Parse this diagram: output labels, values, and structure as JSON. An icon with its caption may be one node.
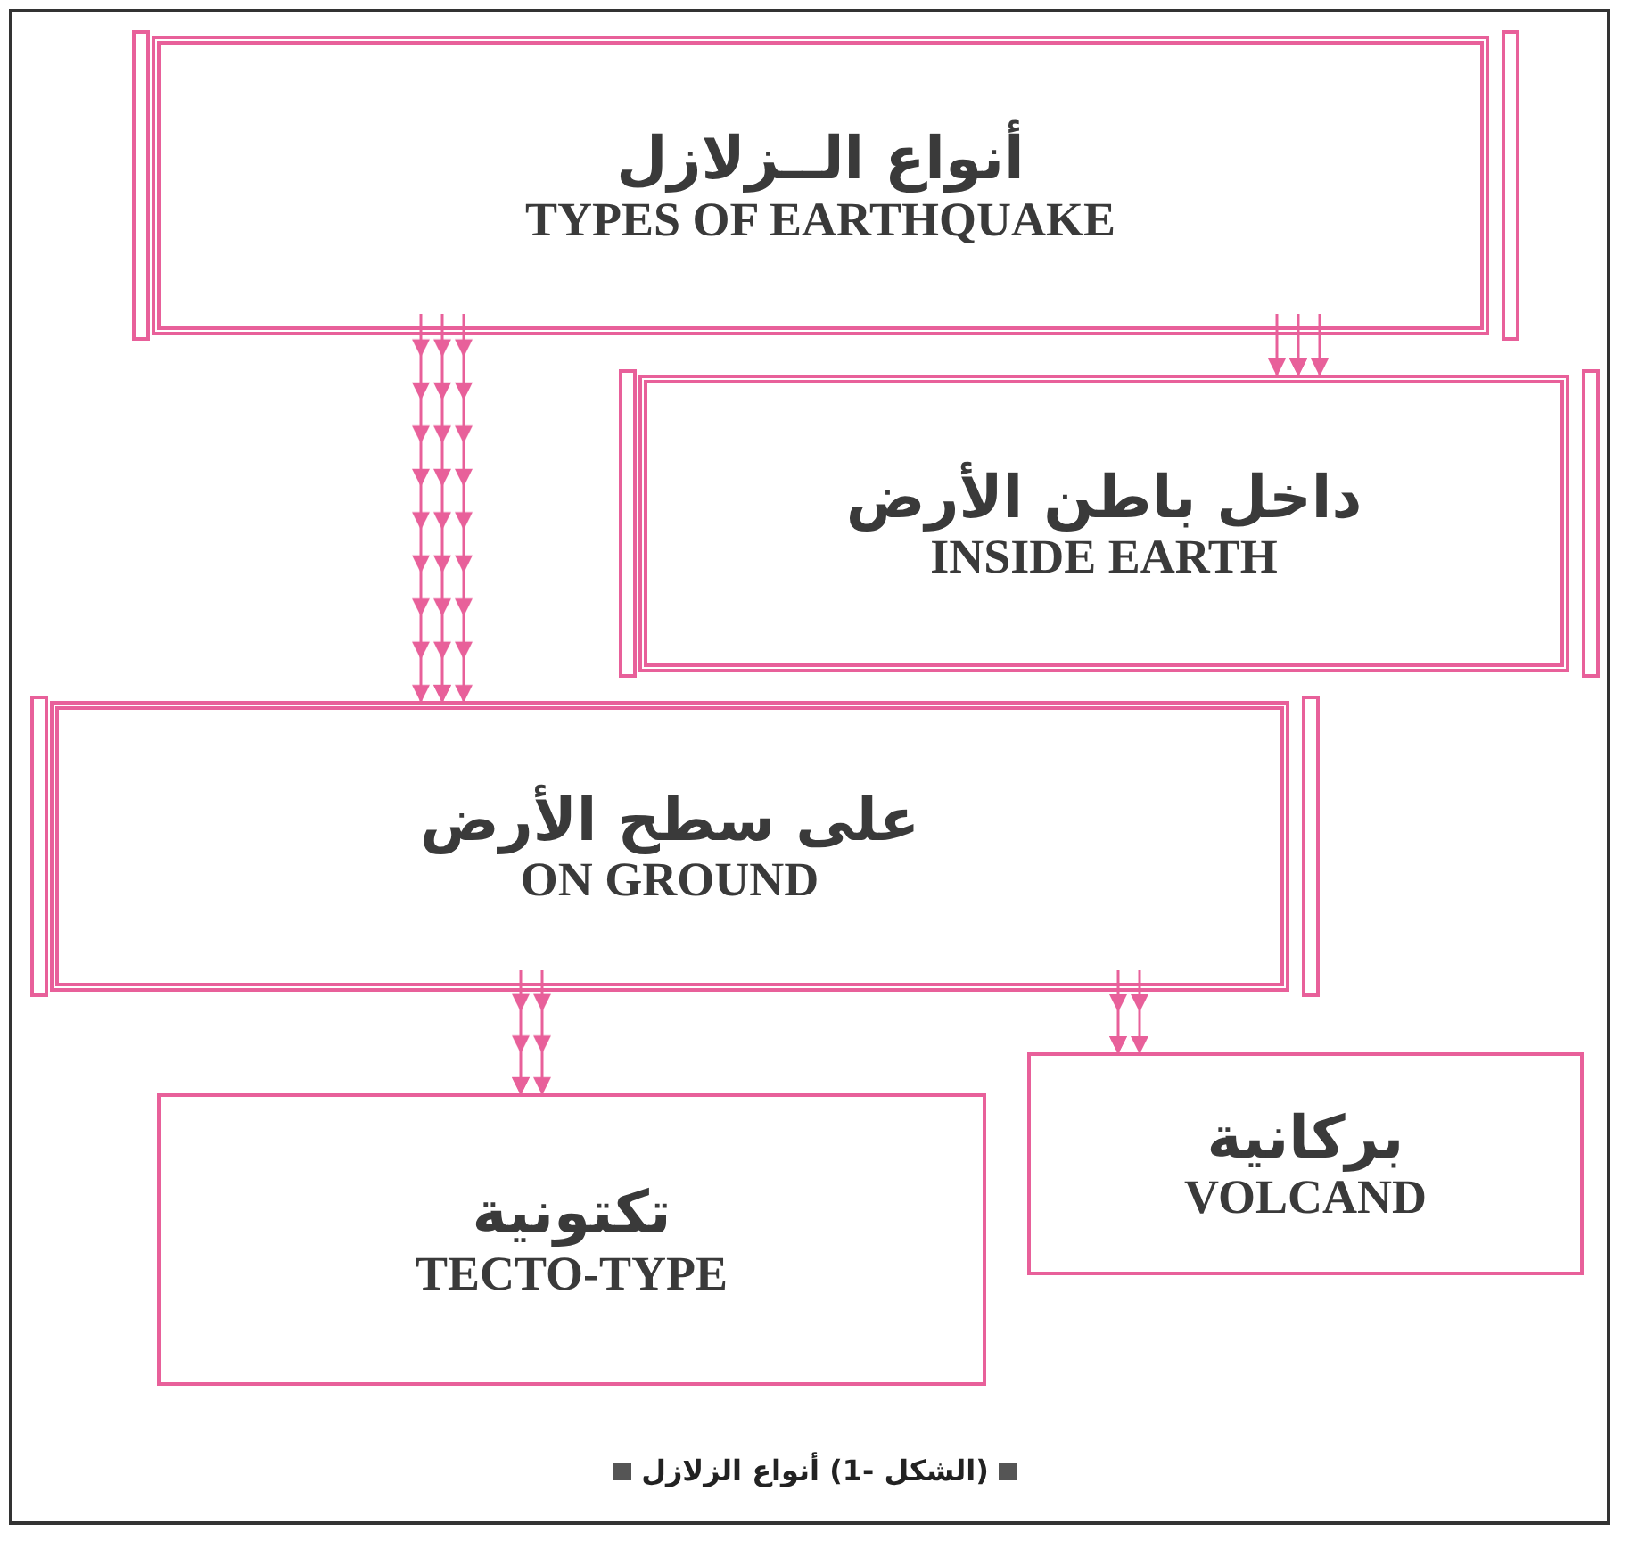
{
  "diagram": {
    "caption": "(الشكل -1) أنواع الزلازل",
    "nodes": [
      {
        "text": [
          "أنواع الــزلازل",
          "TYPES OF EARTHQUAKE"
        ]
      },
      {
        "text": [
          "داخل باطن الأرض",
          "INSIDE EARTH"
        ]
      },
      {
        "text": [
          "على سطح الأرض",
          "ON GROUND"
        ]
      },
      {
        "text": [
          "تكتونية",
          "TECTO-TYPE"
        ]
      },
      {
        "text": [
          "بركانية",
          "VOLCAND"
        ]
      }
    ],
    "edges": [
      {
        "from": 0,
        "to": 1,
        "arrow": "to"
      },
      {
        "from": 0,
        "to": 2,
        "arrow": "to"
      },
      {
        "from": 2,
        "to": 3,
        "arrow": "to"
      },
      {
        "from": 2,
        "to": 4,
        "arrow": "to"
      }
    ]
  }
}
